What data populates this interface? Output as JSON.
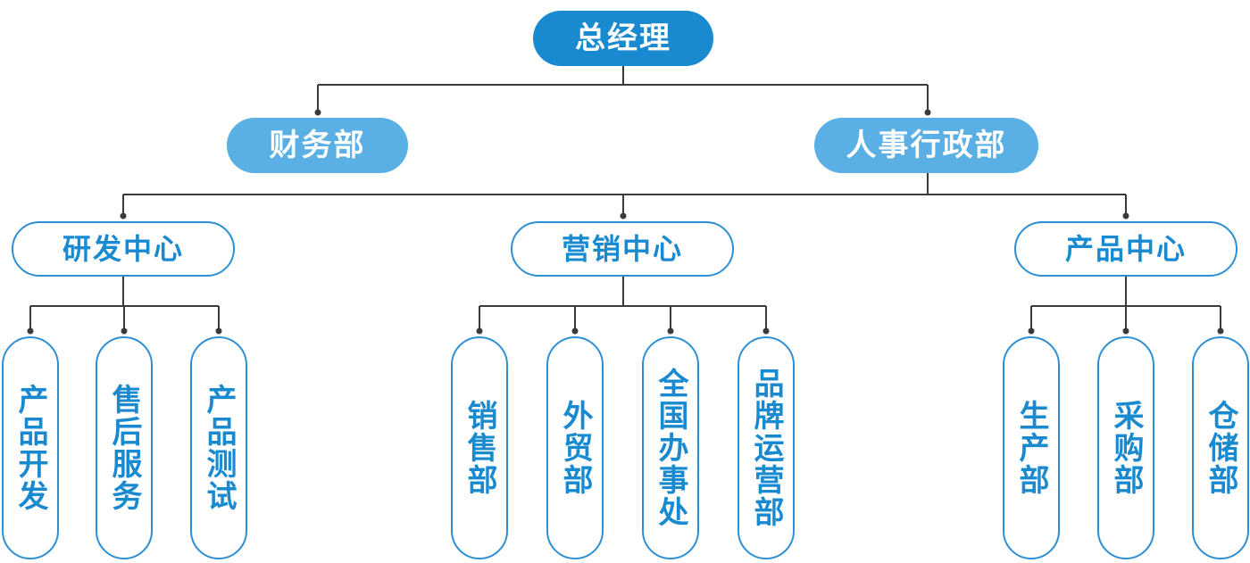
{
  "root": {
    "label": "总经理"
  },
  "level2": [
    {
      "id": "finance",
      "label": "财务部"
    },
    {
      "id": "hr",
      "label": "人事行政部"
    }
  ],
  "centers": [
    {
      "id": "rd",
      "label": "研发中心",
      "children": [
        "产品开发",
        "售后服务",
        "产品测试"
      ]
    },
    {
      "id": "sales",
      "label": "营销中心",
      "children": [
        "销售部",
        "外贸部",
        "全国办事处",
        "品牌运营部"
      ]
    },
    {
      "id": "product",
      "label": "产品中心",
      "children": [
        "生产部",
        "采购部",
        "仓储部"
      ]
    }
  ],
  "colors": {
    "root_fill": "#1a8ad0",
    "dept_fill": "#5ab0e4",
    "outline": "#2f8fd3",
    "text_blue": "#1a8ad0",
    "connector": "#3a3a3a"
  }
}
